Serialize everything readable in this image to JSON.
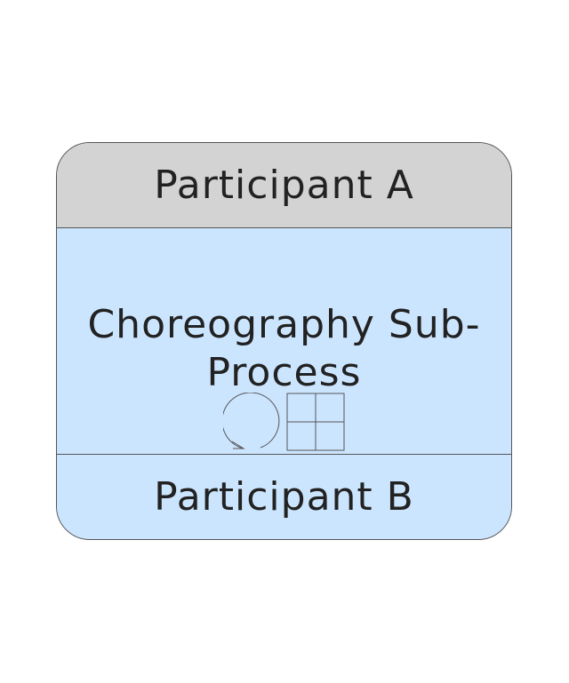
{
  "diagram": {
    "participant_top": "Participant A",
    "participant_bottom": "Participant B",
    "activity_label": "Choreography Sub-\nProcess",
    "markers": [
      "loop-marker-icon",
      "subprocess-grid-marker-icon"
    ],
    "colors": {
      "top_band": "#d3d3d3",
      "body": "#cce5ff",
      "bottom_band": "#cce5ff",
      "stroke": "#555555",
      "text": "#222222"
    }
  }
}
